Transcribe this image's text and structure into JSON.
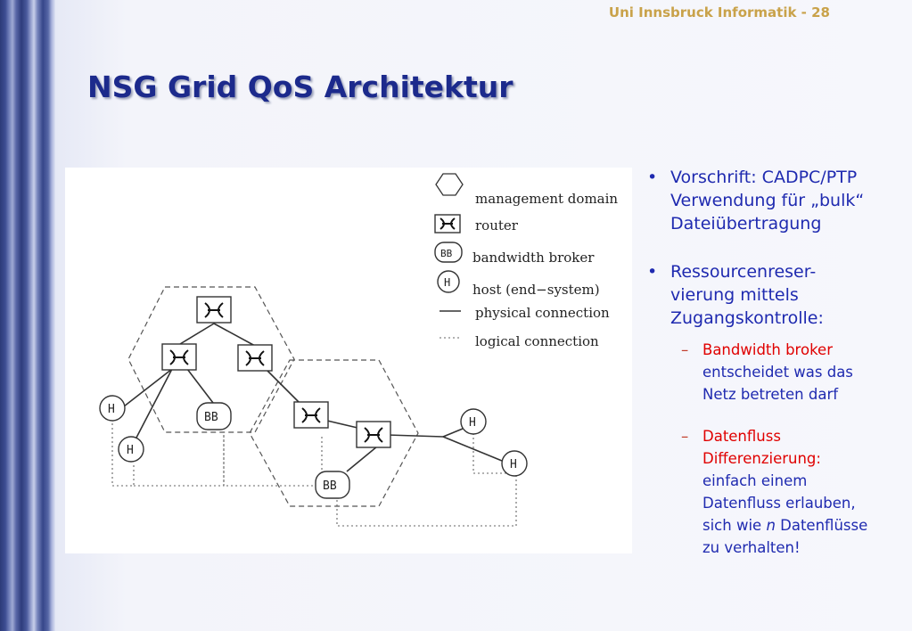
{
  "header": "Uni Innsbruck Informatik - 28",
  "title": "NSG Grid QoS Architektur",
  "legend": {
    "management_domain": "management domain",
    "router": "router",
    "bandwidth_broker": "bandwidth broker",
    "host": "host (end−system)",
    "physical": "physical connection",
    "logical": "logical connection",
    "bb_symbol": "BB",
    "host_symbol": "H"
  },
  "diagram": {
    "bb": "BB",
    "host": "H"
  },
  "bullets": [
    {
      "marker": "•",
      "lines": [
        "Vorschrift: CADPC/PTP",
        "Verwendung für „bulk“",
        "Dateiübertragung"
      ]
    },
    {
      "marker": "•",
      "lines": [
        "Ressourcenreser-",
        "vierung mittels",
        "Zugangskontrolle:"
      ],
      "subitems": [
        {
          "marker": "–",
          "red": "Bandwidth broker",
          "rest": [
            "entscheidet was das",
            "Netz betreten darf"
          ]
        },
        {
          "marker": "–",
          "red": [
            "Datenfluss",
            "Differenzierung:"
          ],
          "rest": [
            "einfach einem",
            "Datenfluss erlauben,"
          ],
          "last_pre": "sich wie ",
          "last_italic": "n",
          "last_post": " Datenflüsse",
          "final": "zu verhalten!"
        }
      ]
    }
  ],
  "colors": {
    "title": "#1c2a8c",
    "header": "#c9a24a",
    "bullet_text": "#1f2ab0",
    "highlight": "#e00000"
  }
}
